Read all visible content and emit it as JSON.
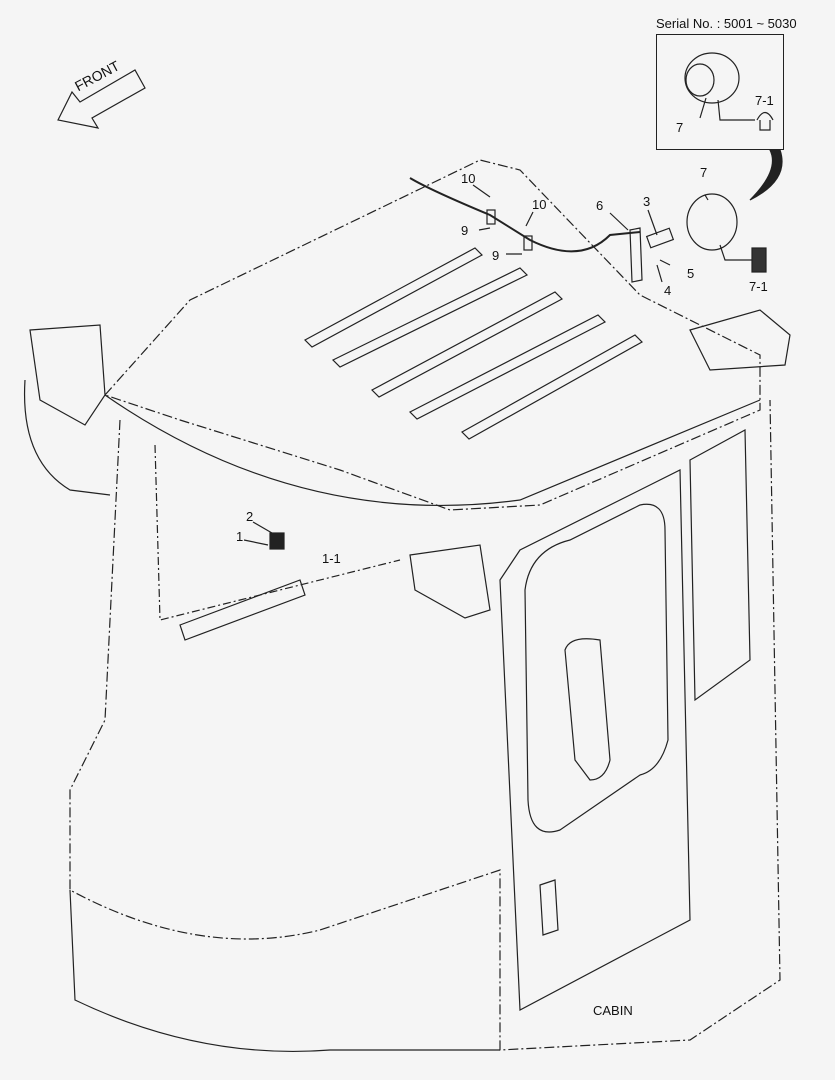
{
  "header": {
    "serial": "Serial No. : 5001 ~ 5030"
  },
  "front_arrow": {
    "label": "FRONT",
    "icon": "front-direction-arrow"
  },
  "section_label": "CABIN",
  "callouts": [
    {
      "id": "c7inset",
      "text": "7"
    },
    {
      "id": "c71inset",
      "text": "7-1"
    },
    {
      "id": "c7",
      "text": "7"
    },
    {
      "id": "c71",
      "text": "7-1"
    },
    {
      "id": "c10a",
      "text": "10"
    },
    {
      "id": "c10b",
      "text": "10"
    },
    {
      "id": "c9a",
      "text": "9"
    },
    {
      "id": "c9b",
      "text": "9"
    },
    {
      "id": "c6",
      "text": "6"
    },
    {
      "id": "c3",
      "text": "3"
    },
    {
      "id": "c5",
      "text": "5"
    },
    {
      "id": "c4",
      "text": "4"
    },
    {
      "id": "c2",
      "text": "2"
    },
    {
      "id": "c1",
      "text": "1"
    },
    {
      "id": "c11",
      "text": "1-1"
    }
  ],
  "colors": {
    "line": "#222222",
    "background": "#f5f5f5"
  }
}
